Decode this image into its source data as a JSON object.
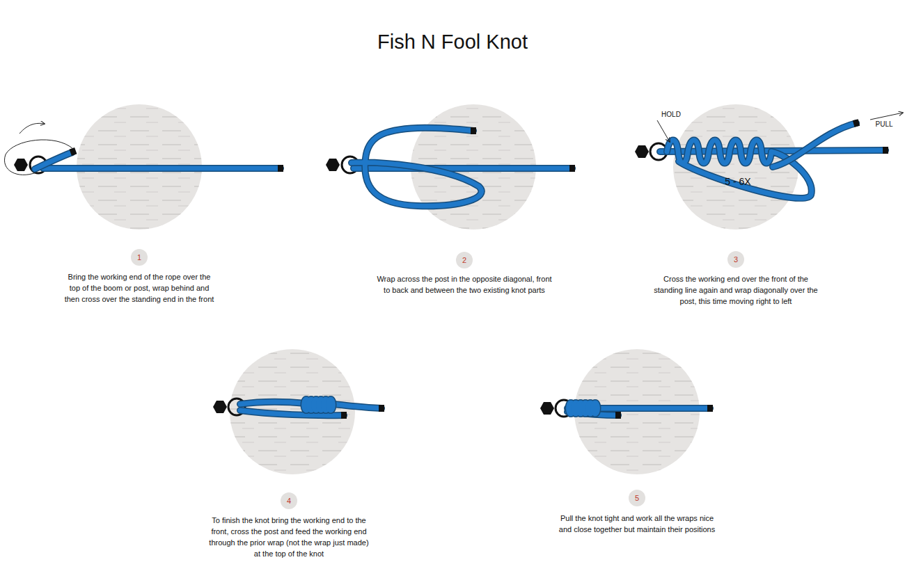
{
  "diagram": {
    "title": "Fish N Fool Knot",
    "nodes": [
      {
        "text": [
          "1"
        ]
      },
      {
        "text": [
          "2"
        ]
      },
      {
        "text": [
          "3"
        ]
      },
      {
        "text": [
          "4"
        ]
      },
      {
        "text": [
          "5"
        ]
      }
    ],
    "labels": [
      "Bring the working end of the rope over the top of the boom or post, wrap behind and then cross over the standing end in the front",
      "Wrap across the post in the opposite diagonal, front to back and between the two existing knot parts",
      "Cross the working end over the front of the standing line again and wrap diagonally over the post, this time moving right to left",
      "To finish the knot bring the working end to the front, cross the post and feed the working end through the prior wrap (not the wrap just made) at the top of the knot",
      "Pull the knot tight and work all the wraps nice and close together but maintain their positions",
      "HOLD",
      "PULL",
      "5 - 6X"
    ]
  }
}
